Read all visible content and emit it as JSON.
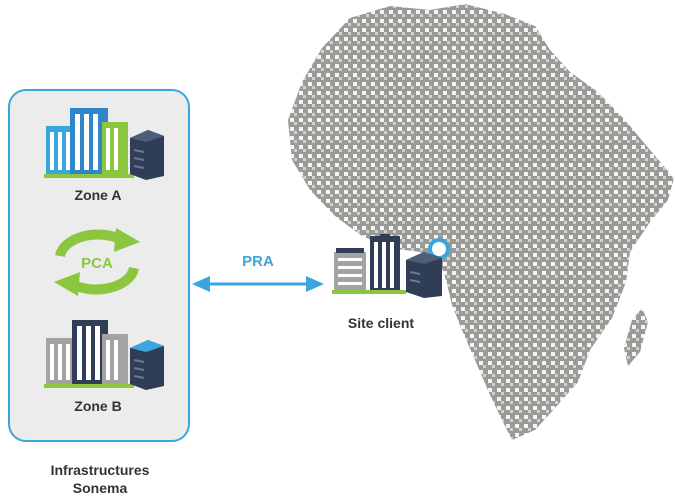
{
  "infrastructure": {
    "zone_a": "Zone A",
    "cycle": "PCA",
    "zone_b": "Zone B",
    "caption_line1": "Infrastructures",
    "caption_line2": "Sonema"
  },
  "link": {
    "label": "PRA"
  },
  "client": {
    "label": "Site client"
  },
  "colors": {
    "accent_blue": "#3aa6dd",
    "green": "#8cc63f",
    "panel_bg": "#ececec",
    "map_gray": "#9a9b96",
    "building_dark": "#2f3d56"
  },
  "icons": [
    "building-cluster-icon",
    "server-rack-icon",
    "recycle-arrows-icon",
    "double-arrow-icon",
    "location-pin-icon",
    "africa-map"
  ]
}
